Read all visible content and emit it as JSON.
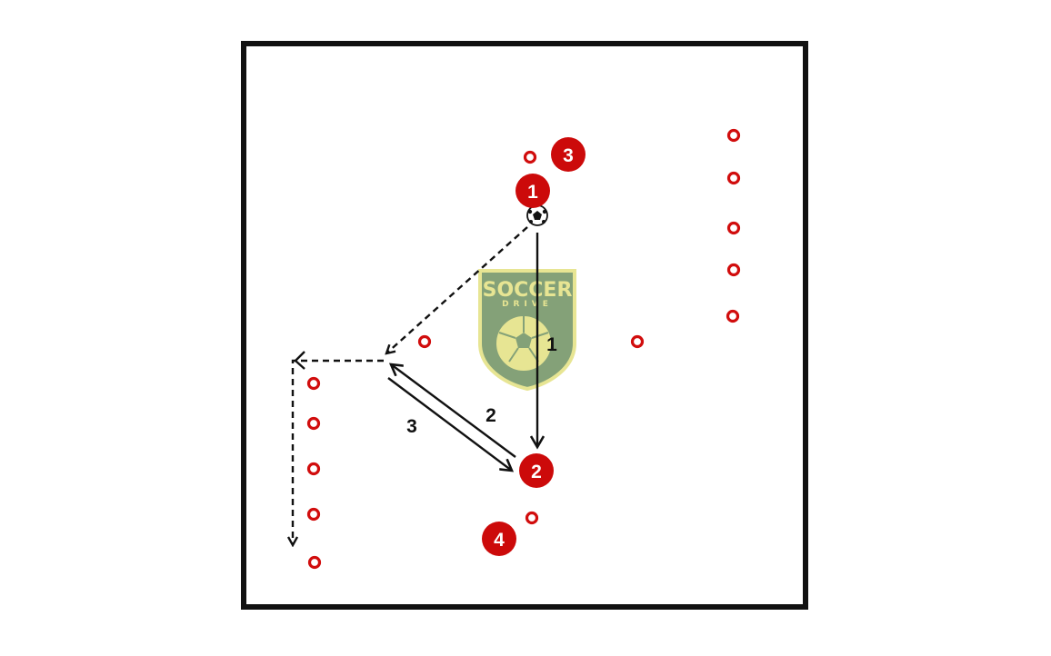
{
  "diagram": {
    "colors": {
      "field_border": "#111111",
      "player": "#cc0a0a",
      "cone": "#d10d0d",
      "arrow": "#111111",
      "logo_fill": "#7a9a6d",
      "logo_trim": "#e6e38a"
    },
    "players": [
      {
        "id": "player-1",
        "label": "1"
      },
      {
        "id": "player-2",
        "label": "2"
      },
      {
        "id": "player-3",
        "label": "3"
      },
      {
        "id": "player-4",
        "label": "4"
      }
    ],
    "pass_labels": [
      {
        "id": "pass-1-label",
        "text": "1"
      },
      {
        "id": "pass-2-label",
        "text": "2"
      },
      {
        "id": "pass-3-label",
        "text": "3"
      }
    ],
    "icons": {
      "ball": "soccer-ball-icon",
      "cone": "cone-marker-icon",
      "logo": "soccer-drive-logo"
    },
    "watermark": {
      "line1": "SOCCER",
      "line2": "DRIVE"
    }
  }
}
